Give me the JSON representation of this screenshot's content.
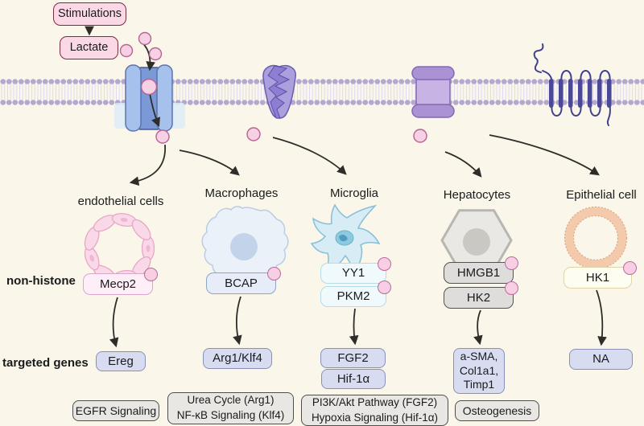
{
  "figure": {
    "stimulations_label": "Stimulations",
    "lactate_label": "Lactate",
    "row_labels": {
      "non_histone": "non-histone",
      "targeted_genes": "targeted genes"
    }
  },
  "icons": {
    "membrane_proteins": [
      "channel-protein",
      "funnel-transporter",
      "barrel-transporter",
      "gpcr-receptor"
    ],
    "molecule": "lactate-molecule",
    "modification_mark": "lactylation-dot"
  },
  "columns": [
    {
      "cell": "endothelial cells",
      "proteins": [
        "Mecp2"
      ],
      "genes": [
        "Ereg"
      ],
      "pathways": [
        "EGFR Signaling"
      ]
    },
    {
      "cell": "Macrophages",
      "proteins": [
        "BCAP"
      ],
      "genes": [
        "Arg1/Klf4"
      ],
      "pathways": [
        "Urea Cycle (Arg1)",
        "NF-κB Signaling (Klf4)"
      ]
    },
    {
      "cell": "Microglia",
      "proteins": [
        "YY1",
        "PKM2"
      ],
      "genes": [
        "FGF2",
        "Hif-1α"
      ],
      "pathways": [
        "PI3K/Akt Pathway (FGF2)",
        "Hypoxia Signaling (Hif-1α)"
      ]
    },
    {
      "cell": "Hepatocytes",
      "proteins": [
        "HMGB1",
        "HK2"
      ],
      "genes": [
        "a-SMA,",
        "Col1a1,",
        "Timp1"
      ],
      "pathways": [
        "Osteogenesis"
      ]
    },
    {
      "cell": "Epithelial cell",
      "proteins": [
        "HK1"
      ],
      "genes": [
        "NA"
      ],
      "pathways": []
    }
  ],
  "palette": {
    "background": "#faf6e9",
    "pink_box": "#fad8e6",
    "pink_box_border": "#7d2c3e",
    "molecule_fill": "#f6d0e4",
    "molecule_border": "#b8638f",
    "gene_box": "#d8dcf0",
    "gene_box_border": "#8890b8",
    "pathway_box": "#e9e7e3",
    "pathway_box_border": "#504e4a",
    "membrane_dot": "#b5a8d0",
    "arrow": "#2f2d2a"
  }
}
